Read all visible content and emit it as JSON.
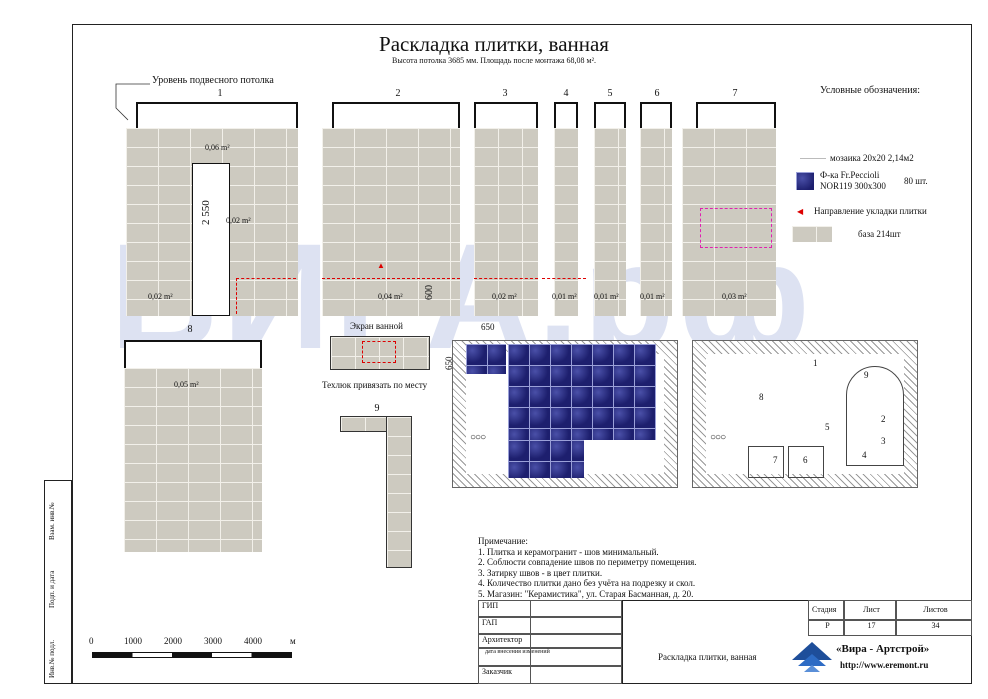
{
  "title": "Раскладка плитки, ванная",
  "subtitle": "Высота потолка 3685 мм. Площадь после монтажа 68,08 м².",
  "ceiling_label": "Уровень подвесного потолка",
  "legend": {
    "title": "Условные обозначения:",
    "mosaic": "мозаика 20х20  2,14м2",
    "tile_name_1": "Ф-ка Fr.Peccioli",
    "tile_name_2": "NOR119 300х300",
    "tile_count": "80 шт.",
    "direction": "Направление укладки плитки",
    "base": "база  214шт",
    "colors": {
      "mosaic": "#1d1f6e",
      "base": "#cdcac0",
      "direction": "#d00000"
    }
  },
  "elevations": [
    {
      "num": "1",
      "areas": [
        "0,06 m²",
        "0,02 m²",
        "0,02 m²"
      ],
      "dim_vertical": "2 550"
    },
    {
      "num": "2",
      "areas": [
        "0,04 m²"
      ],
      "dim_vertical": "600"
    },
    {
      "num": "3",
      "areas": [
        "0,02 m²"
      ]
    },
    {
      "num": "4",
      "areas": [
        "0,01 m²"
      ]
    },
    {
      "num": "5",
      "areas": [
        "0,01 m²"
      ]
    },
    {
      "num": "6",
      "areas": [
        "0,01 m²"
      ]
    },
    {
      "num": "7",
      "areas": [
        "0,03 m²"
      ]
    },
    {
      "num": "8",
      "areas": [
        "0,05 m²"
      ]
    },
    {
      "num": "9",
      "areas": []
    }
  ],
  "bath_screen_label": "Экран ванной",
  "hatch_label": "Техлюк привязать по месту",
  "plan": {
    "dim_width": "650",
    "dim_height": "650",
    "callouts": [
      "1",
      "2",
      "3",
      "4",
      "5",
      "6",
      "7",
      "8",
      "9"
    ]
  },
  "notes": {
    "heading": "Примечание:",
    "items": [
      "1. Плитка и керамогранит - шов минимальный.",
      "2. Соблюсти совпадение швов по периметру помещения.",
      "3. Затирку  швов - в цвет плитки.",
      "4. Количество плитки дано без учёта на подрезку и скол.",
      "5. Магазин: \"Керамистика\", ул. Старая Басманная, д. 20."
    ]
  },
  "scale": {
    "ticks": [
      "0",
      "1000",
      "2000",
      "3000",
      "4000"
    ],
    "unit": "м"
  },
  "stamp": {
    "roles": [
      "ГИП",
      "ГАП",
      "Архитектор",
      "дата внесения изменений",
      "Заказчик"
    ],
    "stage_label": "Стадия",
    "sheet_label": "Лист",
    "sheets_label": "Листов",
    "stage": "Р",
    "sheet": "17",
    "sheets": "34",
    "sheet_title": "Раскладка плитки, ванная",
    "company": "«Вира - Артстрой»",
    "url": "http://www.eremont.ru"
  },
  "side_stamps": [
    "Взам. инв.№",
    "Подп. и дата",
    "Инв.№ подл."
  ],
  "watermark": "ВИРА.рф"
}
